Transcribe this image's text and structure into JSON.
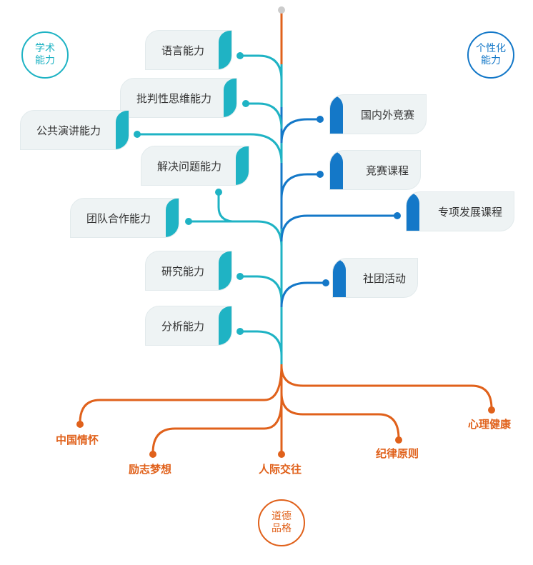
{
  "colors": {
    "academic": "#1fb3c4",
    "personal": "#1478c8",
    "moral": "#e0611b",
    "card_bg": "#eef3f4",
    "text": "#333333",
    "top_dot": "#cccccc"
  },
  "circles": {
    "academic": {
      "line1": "学术",
      "line2": "能力"
    },
    "personal": {
      "line1": "个性化",
      "line2": "能力"
    },
    "moral": {
      "line1": "道德",
      "line2": "品格"
    }
  },
  "academic_items": [
    "语言能力",
    "批判性思维能力",
    "公共演讲能力",
    "解决问题能力",
    "团队合作能力",
    "研究能力",
    "分析能力"
  ],
  "personal_items": [
    "国内外竞赛",
    "竞赛课程",
    "专项发展课程",
    "社团活动"
  ],
  "moral_items": [
    "中国情怀",
    "励志梦想",
    "人际交往",
    "纪律原则",
    "心理健康"
  ]
}
